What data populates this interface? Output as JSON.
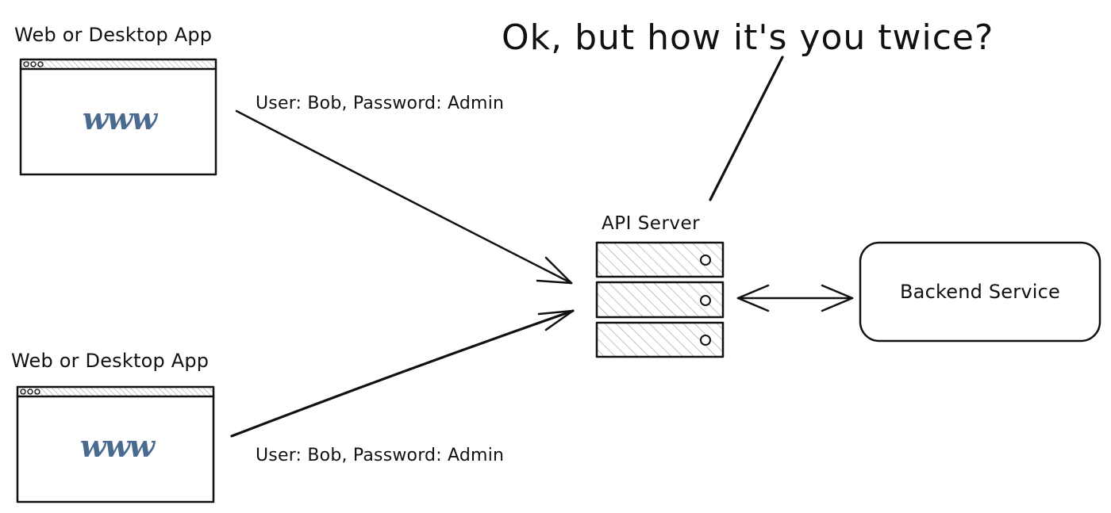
{
  "apps": [
    {
      "title": "Web or Desktop App",
      "content_text": "www"
    },
    {
      "title": "Web or Desktop App",
      "content_text": "www"
    }
  ],
  "credentials": [
    "User: Bob, Password: Admin",
    "User: Bob, Password: Admin"
  ],
  "question": "Ok, but how it's you twice?",
  "api_server": {
    "label": "API Server",
    "rack_units": 3
  },
  "backend": {
    "label": "Backend Service"
  },
  "colors": {
    "www_text": "#4a6a8f",
    "hatch": "#9a9a9a"
  }
}
